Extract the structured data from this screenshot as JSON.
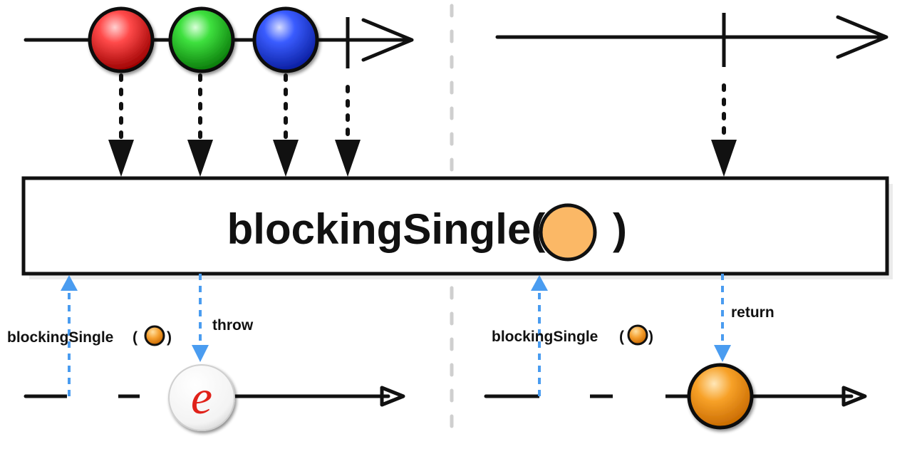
{
  "operator": {
    "name": "blockingSingle(",
    "close_paren": ")"
  },
  "left_panel": {
    "call_label_prefix": "blockingSingle",
    "call_label_open": "(",
    "call_label_close": ")",
    "action_label": "throw",
    "error_symbol": "e"
  },
  "right_panel": {
    "call_label_prefix": "blockingSingle",
    "call_label_open": "(",
    "call_label_close": ")",
    "action_label": "return"
  },
  "colors": {
    "marble_red": "#e4191a",
    "marble_green": "#21c321",
    "marble_blue": "#2244e0",
    "marble_orange": "#f29a1c",
    "operator_marble": "#fbb866",
    "arrow_blue": "#4a9cf0",
    "error_red": "#e0221a",
    "divider_gray": "#cfcfcf"
  }
}
